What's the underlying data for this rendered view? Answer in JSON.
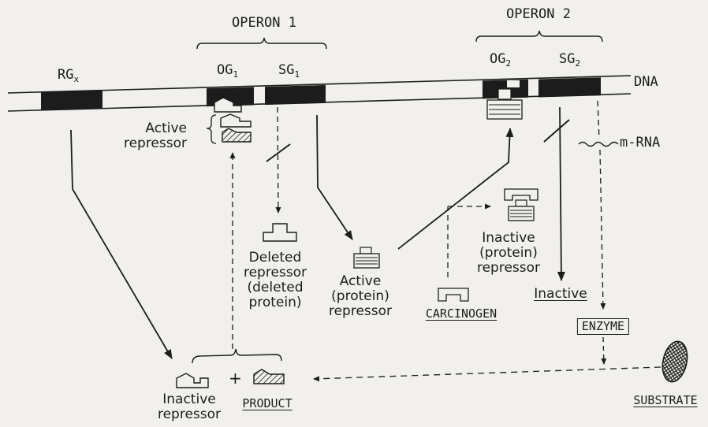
{
  "labels": {
    "operon1": "OPERON 1",
    "operon2": "OPERON 2",
    "rg": "RG",
    "rg_sub": "x",
    "og1": "OG",
    "og1_sub": "1",
    "sg1": "SG",
    "sg1_sub": "1",
    "og2": "OG",
    "og2_sub": "2",
    "sg2": "SG",
    "sg2_sub": "2",
    "dna": "DNA",
    "mrna": "m-RNA",
    "active_repressor_1": "Active",
    "active_repressor_2": "repressor",
    "deleted_1": "Deleted",
    "deleted_2": "repressor",
    "deleted_3": "(deleted",
    "deleted_4": "protein)",
    "active_protein_1": "Active",
    "active_protein_2": "(protein)",
    "active_protein_3": "repressor",
    "inactive_protein_1": "Inactive",
    "inactive_protein_2": "(protein)",
    "inactive_protein_3": "repressor",
    "carcinogen": "CARCINOGEN",
    "inactive": "Inactive",
    "enzyme": "ENZYME",
    "substrate": "SUBSTRATE",
    "inactive_repressor_1": "Inactive",
    "inactive_repressor_2": "repressor",
    "plus": "+",
    "product": "PRODUCT"
  },
  "colors": {
    "ink": "#1c1c1c",
    "paper": "#f1f0ec"
  }
}
